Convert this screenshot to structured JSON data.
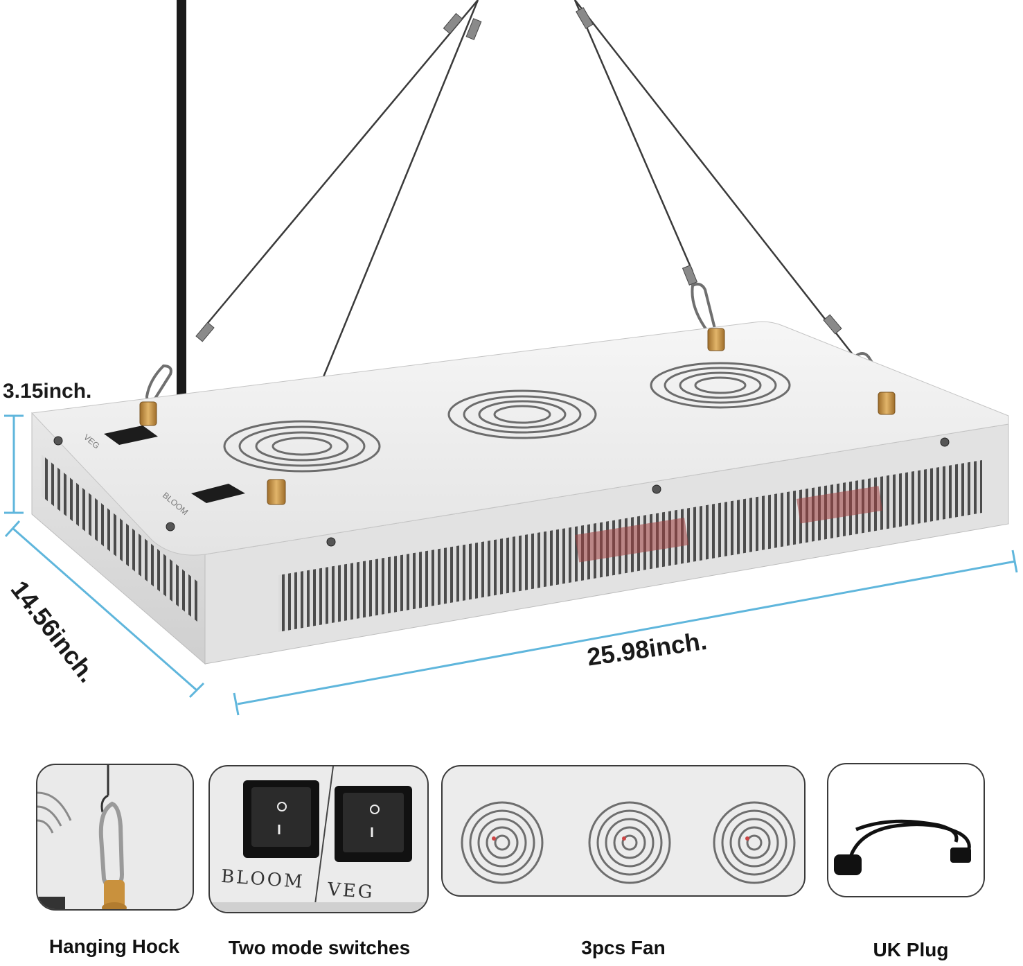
{
  "dimensions": {
    "height": "3.15inch.",
    "width": "25.98inch.",
    "depth": "14.56inch."
  },
  "panel_labels": {
    "veg": "VEG",
    "bloom": "BLOOM"
  },
  "features": [
    {
      "caption": "Hanging Hock",
      "icon": "carabiner-hook-icon"
    },
    {
      "caption": "Two mode switches",
      "icon": "rocker-switch-icon",
      "labels": [
        "BLOOM",
        "VEG"
      ]
    },
    {
      "caption": "3pcs Fan",
      "icon": "fan-icon"
    },
    {
      "caption": "UK Plug",
      "icon": "uk-plug-icon"
    }
  ],
  "colors": {
    "dimension_line": "#5fb6dc",
    "panel_body": "#ededed",
    "brass": "#c9913d"
  }
}
